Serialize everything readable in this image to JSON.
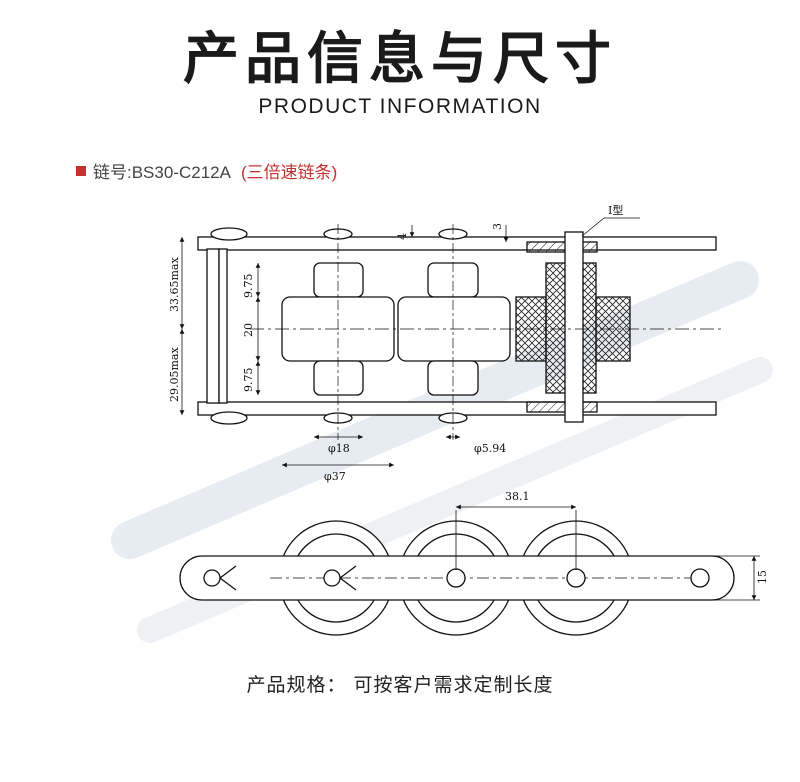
{
  "header": {
    "title": "产品信息与尺寸",
    "subtitle": "PRODUCT INFORMATION"
  },
  "model": {
    "label": "链号:BS30-C212A",
    "note": "(三倍速链条)",
    "marker_color": "#c9302c"
  },
  "top_view": {
    "type_label": "I型",
    "dims": {
      "overall_top": "33.65max",
      "overall_bottom": "29.05max",
      "upper_roller": "9.75",
      "middle_roller": "20",
      "lower_roller": "9.75",
      "plate_gap_a": "4",
      "plate_gap_b": "3",
      "small_roller_dia": "φ18",
      "large_roller_dia": "φ37",
      "pin_dia": "φ5.94"
    }
  },
  "side_view": {
    "dims": {
      "pitch": "38.1",
      "plate_height": "15"
    }
  },
  "footer": {
    "spec_text": "产品规格：   可按客户需求定制长度"
  }
}
